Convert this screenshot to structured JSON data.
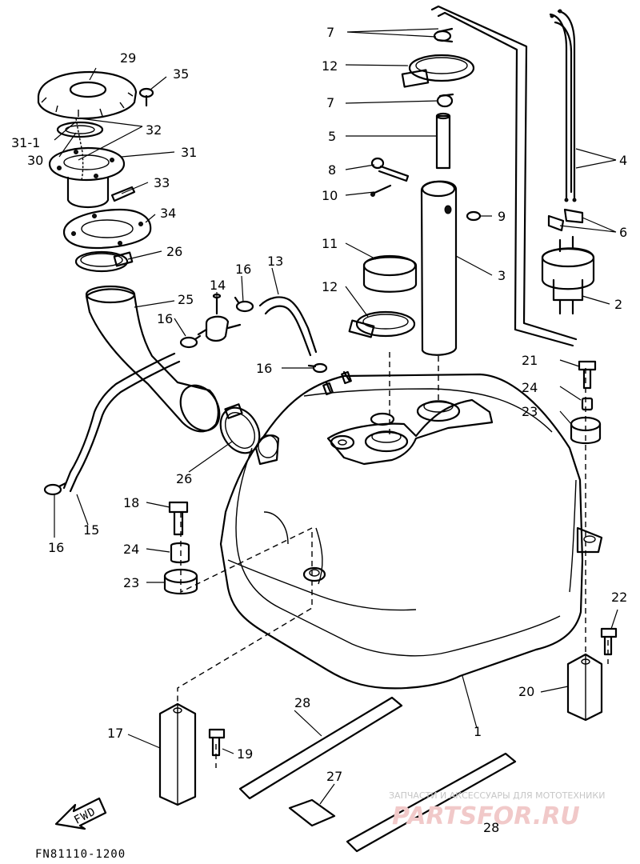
{
  "diagram": {
    "code": "FN81110-1200",
    "fwd_label": "FWD",
    "callouts": [
      {
        "id": "c29",
        "text": "29"
      },
      {
        "id": "c35",
        "text": "35"
      },
      {
        "id": "c311",
        "text": "31-1"
      },
      {
        "id": "c32",
        "text": "32"
      },
      {
        "id": "c30",
        "text": "30"
      },
      {
        "id": "c31",
        "text": "31"
      },
      {
        "id": "c33",
        "text": "33"
      },
      {
        "id": "c34",
        "text": "34"
      },
      {
        "id": "c26a",
        "text": "26"
      },
      {
        "id": "c25",
        "text": "25"
      },
      {
        "id": "c14",
        "text": "14"
      },
      {
        "id": "c16a",
        "text": "16"
      },
      {
        "id": "c13",
        "text": "13"
      },
      {
        "id": "c16b",
        "text": "16"
      },
      {
        "id": "c16c",
        "text": "16"
      },
      {
        "id": "c26b",
        "text": "26"
      },
      {
        "id": "c15",
        "text": "15"
      },
      {
        "id": "c16d",
        "text": "16"
      },
      {
        "id": "c18",
        "text": "18"
      },
      {
        "id": "c24a",
        "text": "24"
      },
      {
        "id": "c23a",
        "text": "23"
      },
      {
        "id": "c17",
        "text": "17"
      },
      {
        "id": "c19",
        "text": "19"
      },
      {
        "id": "c28a",
        "text": "28"
      },
      {
        "id": "c27",
        "text": "27"
      },
      {
        "id": "c28b",
        "text": "28"
      },
      {
        "id": "c1",
        "text": "1"
      },
      {
        "id": "c7a",
        "text": "7"
      },
      {
        "id": "c12a",
        "text": "12"
      },
      {
        "id": "c7b",
        "text": "7"
      },
      {
        "id": "c5",
        "text": "5"
      },
      {
        "id": "c8",
        "text": "8"
      },
      {
        "id": "c10",
        "text": "10"
      },
      {
        "id": "c9",
        "text": "9"
      },
      {
        "id": "c11",
        "text": "11"
      },
      {
        "id": "c3",
        "text": "3"
      },
      {
        "id": "c12b",
        "text": "12"
      },
      {
        "id": "c4",
        "text": "4"
      },
      {
        "id": "c6",
        "text": "6"
      },
      {
        "id": "c2",
        "text": "2"
      },
      {
        "id": "c21",
        "text": "21"
      },
      {
        "id": "c24b",
        "text": "24"
      },
      {
        "id": "c23b",
        "text": "23"
      },
      {
        "id": "c22",
        "text": "22"
      },
      {
        "id": "c20",
        "text": "20"
      }
    ]
  },
  "watermark": {
    "line1": "ЗАПЧАСТИ И АКСЕССУАРЫ ДЛЯ МОТОТЕХНИКИ",
    "line2": "PARTSFOR.RU"
  }
}
